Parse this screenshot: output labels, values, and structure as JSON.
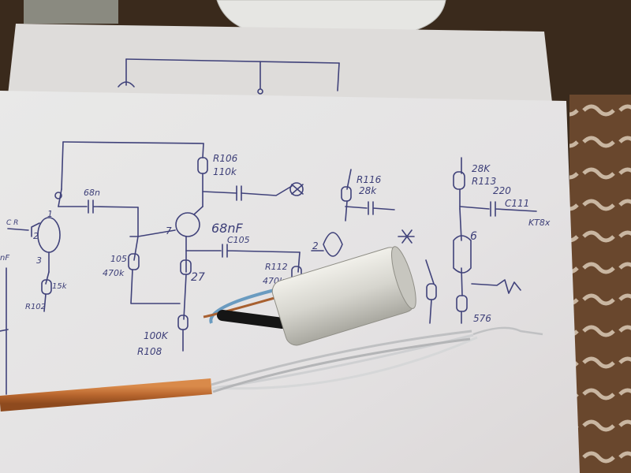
{
  "scene": {
    "labels": {
      "r106": "R106",
      "r106_value": "110k",
      "r116": "R116",
      "r116_value": "28k",
      "r28k": "28K",
      "r113": "R113",
      "c220": "220",
      "c111": "C111",
      "kt": "KT8x",
      "c68n_left": "68n",
      "c68nf": "68nF",
      "c105_right": "C105",
      "c105_left": "105",
      "r470k_left": "470k",
      "r112": "R112",
      "r470k_right": "470k",
      "r100k": "100K",
      "r108": "R108",
      "r15k": "15k",
      "r102": "R102",
      "n1": "1",
      "n2_left": "2",
      "n3": "3",
      "n7": "7",
      "n2_mid": "2",
      "n27": "27",
      "n6": "6",
      "n576": "576",
      "nf": "nF",
      "cr": "C R"
    },
    "colors": {
      "background": "#3a2a1c",
      "paper": "#ecebea",
      "ink": "#40427a",
      "capacitor": "#d9d8d2",
      "wire_copper": "#c9773a",
      "cable_jacket": "#b5652c",
      "carpet": "#c4a48a"
    }
  }
}
